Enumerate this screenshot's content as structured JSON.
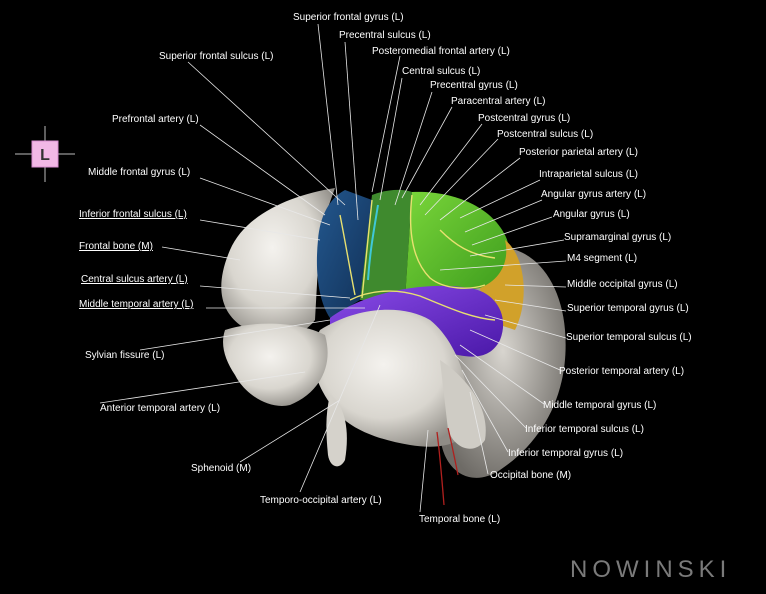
{
  "orientation": {
    "letter": "L"
  },
  "brand": {
    "text": "NOWINSKI"
  },
  "labels": [
    {
      "id": "superior-frontal-gyrus",
      "text": "Superior frontal gyrus (L)"
    },
    {
      "id": "precentral-sulcus",
      "text": "Precentral sulcus (L)"
    },
    {
      "id": "superior-frontal-sulcus",
      "text": "Superior frontal sulcus (L)"
    },
    {
      "id": "posteromedial-frontal-artery",
      "text": "Posteromedial frontal artery (L)"
    },
    {
      "id": "central-sulcus",
      "text": "Central sulcus (L)"
    },
    {
      "id": "precentral-gyrus",
      "text": "Precentral gyrus (L)"
    },
    {
      "id": "paracentral-artery",
      "text": "Paracentral artery (L)"
    },
    {
      "id": "prefrontal-artery",
      "text": "Prefrontal artery (L)"
    },
    {
      "id": "postcentral-gyrus",
      "text": "Postcentral gyrus (L)"
    },
    {
      "id": "postcentral-sulcus",
      "text": "Postcentral sulcus (L)"
    },
    {
      "id": "posterior-parietal-artery",
      "text": "Posterior parietal artery (L)"
    },
    {
      "id": "middle-frontal-gyrus",
      "text": "Middle frontal gyrus (L)"
    },
    {
      "id": "intraparietal-sulcus",
      "text": "Intraparietal sulcus (L)"
    },
    {
      "id": "angular-gyrus-artery",
      "text": "Angular gyrus artery (L)"
    },
    {
      "id": "inferior-frontal-sulcus",
      "text": "Inferior frontal sulcus (L)"
    },
    {
      "id": "angular-gyrus",
      "text": "Angular gyrus (L)"
    },
    {
      "id": "supramarginal-gyrus",
      "text": "Supramarginal gyrus (L)"
    },
    {
      "id": "frontal-bone",
      "text": "Frontal bone (M)"
    },
    {
      "id": "m4-segment",
      "text": "M4 segment (L)"
    },
    {
      "id": "central-sulcus-artery",
      "text": "Central sulcus artery (L)"
    },
    {
      "id": "middle-occipital-gyrus",
      "text": "Middle occipital gyrus (L)"
    },
    {
      "id": "middle-temporal-artery",
      "text": "Middle temporal artery (L)"
    },
    {
      "id": "superior-temporal-gyrus",
      "text": "Superior temporal gyrus (L)"
    },
    {
      "id": "superior-temporal-sulcus",
      "text": "Superior temporal sulcus (L)"
    },
    {
      "id": "sylvian-fissure",
      "text": "Sylvian fissure (L)"
    },
    {
      "id": "posterior-temporal-artery",
      "text": "Posterior temporal artery (L)"
    },
    {
      "id": "anterior-temporal-artery",
      "text": "Anterior temporal artery (L)"
    },
    {
      "id": "middle-temporal-gyrus",
      "text": "Middle temporal gyrus (L)"
    },
    {
      "id": "inferior-temporal-sulcus",
      "text": "Inferior temporal sulcus (L)"
    },
    {
      "id": "inferior-temporal-gyrus",
      "text": "Inferior temporal gyrus (L)"
    },
    {
      "id": "sphenoid",
      "text": "Sphenoid (M)"
    },
    {
      "id": "occipital-bone",
      "text": "Occipital bone (M)"
    },
    {
      "id": "temporo-occipital-artery",
      "text": "Temporo-occipital artery (L)"
    },
    {
      "id": "temporal-bone",
      "text": "Temporal bone (L)"
    }
  ],
  "colors": {
    "frontal_lobe": "#1d4a7a",
    "precentral": "#3f8a2e",
    "parietal": "#5fbf2a",
    "occipital": "#d1a12a",
    "temporal": "#6a2fd0",
    "bone": "#e6e4df",
    "artery": "#e8e070"
  }
}
